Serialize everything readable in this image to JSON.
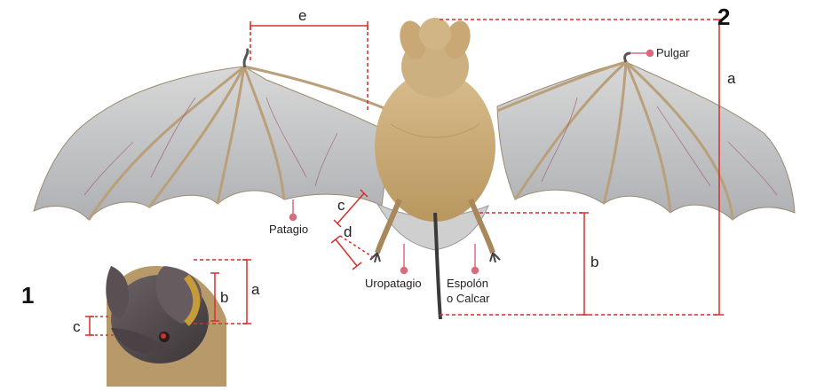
{
  "figures": {
    "head_number": "1",
    "body_number": "2"
  },
  "measurements": {
    "a_body": "a",
    "b_body": "b",
    "c_leg": "c",
    "d_foot": "d",
    "e_arm": "e",
    "a_head": "a",
    "b_head": "b",
    "c_head": "c"
  },
  "callouts": {
    "pulgar": "Pulgar",
    "patagio": "Patagio",
    "uropatagio": "Uropatagio",
    "espolon_line1": "Espolón",
    "espolon_line2": "o Calcar"
  },
  "colors": {
    "measure_line": "#d32f2f",
    "callout_dot": "#d96b7e",
    "membrane": "#c9c9c9",
    "fur": "#c9a876"
  }
}
